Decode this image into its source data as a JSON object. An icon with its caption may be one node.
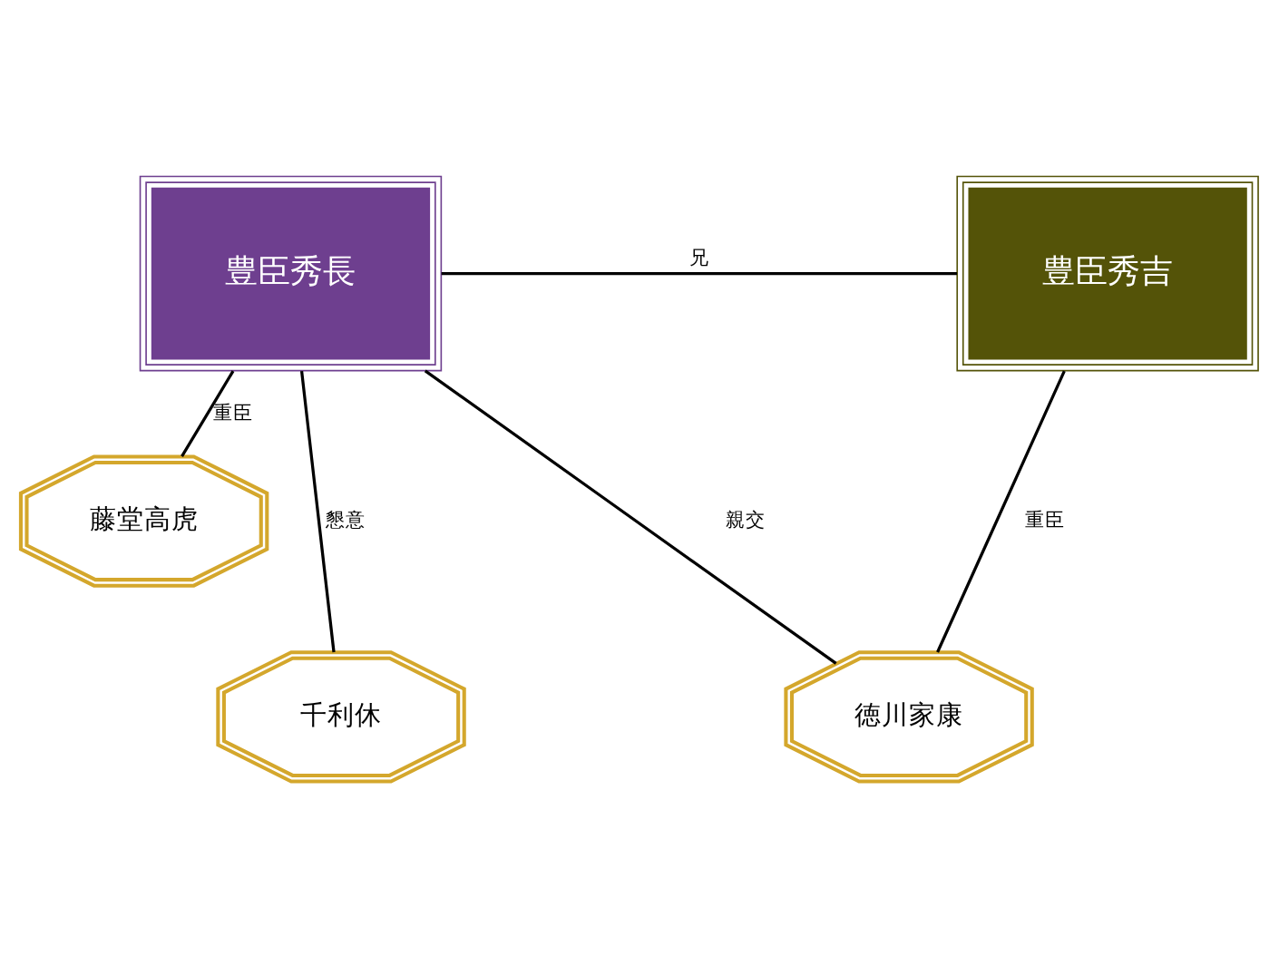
{
  "diagram": {
    "nodes": [
      {
        "text": [
          "豊臣秀長"
        ]
      },
      {
        "text": [
          "豊臣秀吉"
        ]
      },
      {
        "text": [
          "藤堂高虎"
        ]
      },
      {
        "text": [
          "千利休"
        ]
      },
      {
        "text": [
          "徳川家康"
        ]
      }
    ],
    "edges": [
      {
        "from": 0,
        "to": 1,
        "arrow": "none",
        "label": "兄"
      },
      {
        "from": 0,
        "to": 2,
        "arrow": "none",
        "label": "重臣"
      },
      {
        "from": 0,
        "to": 3,
        "arrow": "none",
        "label": "懇意"
      },
      {
        "from": 0,
        "to": 4,
        "arrow": "none",
        "label": "親交"
      },
      {
        "from": 1,
        "to": 4,
        "arrow": "none",
        "label": "重臣"
      }
    ]
  }
}
